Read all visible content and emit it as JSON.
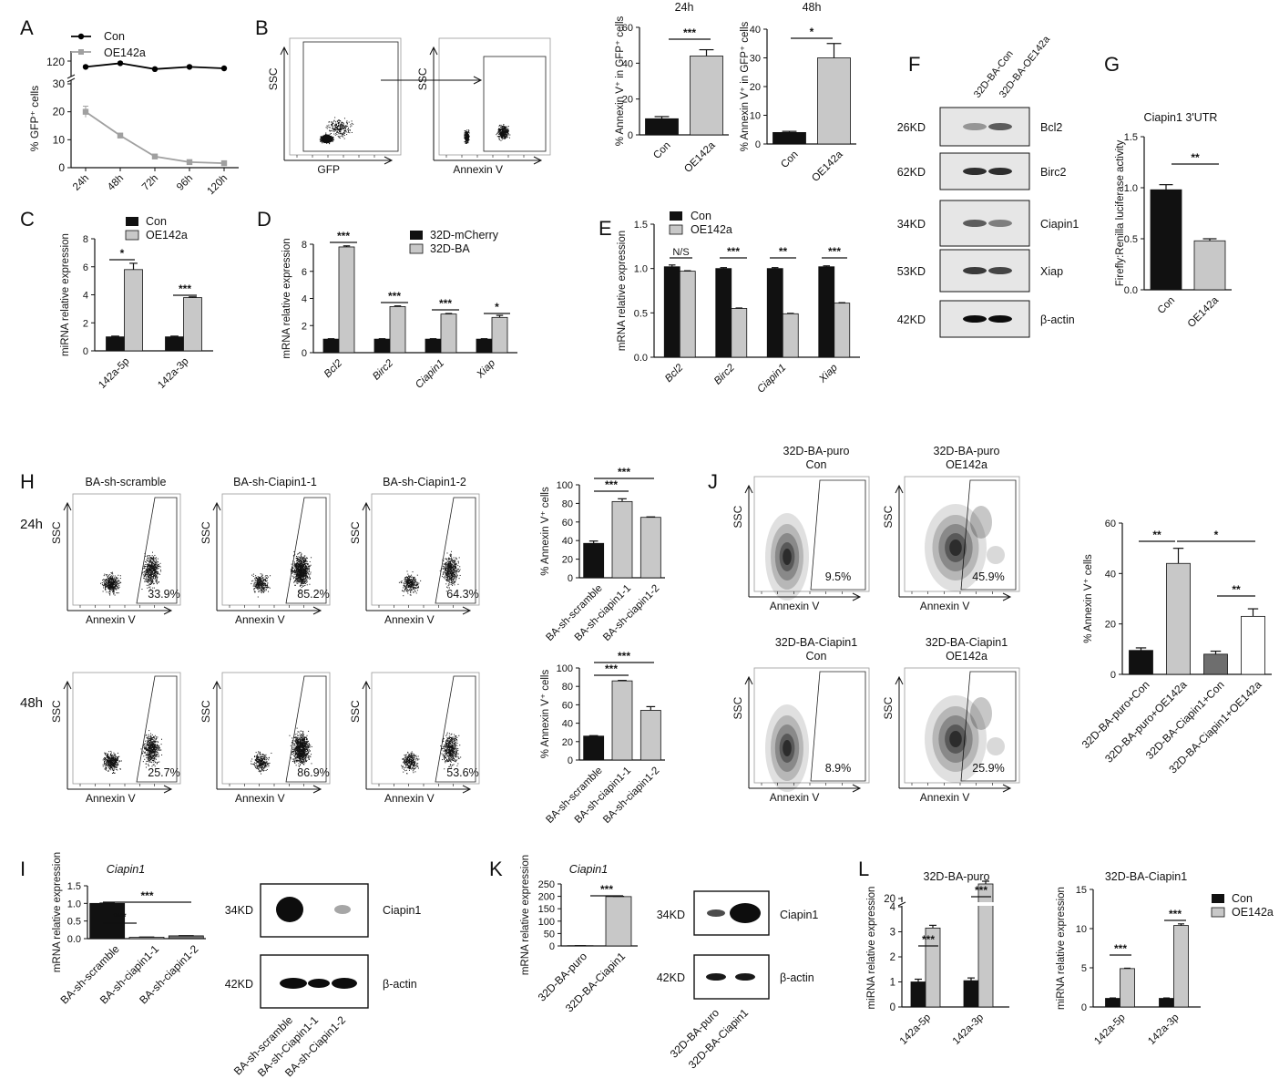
{
  "panel_letters": [
    "A",
    "B",
    "C",
    "D",
    "E",
    "F",
    "G",
    "H",
    "I",
    "J",
    "K",
    "L"
  ],
  "colors": {
    "con": "#111111",
    "oe": "#c8c8c8",
    "mid": "#6e6e6e",
    "white": "#ffffff",
    "line_con": "#000000",
    "line_oe": "#a0a0a0"
  },
  "chart_data": [
    {
      "id": "A",
      "type": "line",
      "categories": [
        "24h",
        "48h",
        "72h",
        "96h",
        "120h"
      ],
      "series": [
        {
          "name": "Con",
          "values": [
            112,
            117,
            109,
            112,
            110
          ]
        },
        {
          "name": "OE142a",
          "values": [
            20,
            11.5,
            4,
            2,
            1.6
          ],
          "errors": [
            2,
            0.6,
            0.5,
            0.3,
            0.2
          ]
        }
      ],
      "ylabel": "% GFP⁺ cells",
      "yticks_low": [
        0,
        10,
        20,
        30
      ],
      "ytick_high": "120",
      "axis_break": true,
      "legend_position": "top-left"
    },
    {
      "id": "B1",
      "type": "bar",
      "title": "24h",
      "categories": [
        "Con",
        "OE142a"
      ],
      "values": [
        9,
        44
      ],
      "errors": [
        1.2,
        3.5
      ],
      "ylabel": "% Annexin V⁺ in GFP⁺ cells",
      "ylim": [
        0,
        60
      ],
      "yticks": [
        0,
        20,
        40,
        60
      ],
      "sig": [
        "***"
      ]
    },
    {
      "id": "B2",
      "type": "bar",
      "title": "48h",
      "categories": [
        "Con",
        "OE142a"
      ],
      "values": [
        4,
        30
      ],
      "errors": [
        0.4,
        5
      ],
      "ylabel": "% Annexin V⁺ in GFP⁺ cells",
      "ylim": [
        0,
        40
      ],
      "yticks": [
        0,
        10,
        20,
        30,
        40
      ],
      "sig": [
        "*"
      ]
    },
    {
      "id": "C",
      "type": "bar",
      "categories": [
        "142a-5p",
        "142a-3p"
      ],
      "series": [
        {
          "name": "Con",
          "values": [
            1,
            1
          ],
          "errors": [
            0.05,
            0.05
          ]
        },
        {
          "name": "OE142a",
          "values": [
            5.8,
            3.8
          ],
          "errors": [
            0.45,
            0.05
          ]
        }
      ],
      "ylabel": "miRNA relative expression",
      "ylim": [
        0,
        8
      ],
      "yticks": [
        0,
        2,
        4,
        6,
        8
      ],
      "sig": [
        "*",
        "***"
      ],
      "legend_position": "top"
    },
    {
      "id": "D",
      "type": "bar",
      "categories": [
        "Bcl2",
        "Birc2",
        "Ciapin1",
        "Xiap"
      ],
      "series": [
        {
          "name": "32D-mCherry",
          "values": [
            1,
            1,
            1,
            1
          ],
          "errors": [
            0.03,
            0.03,
            0.03,
            0.03
          ]
        },
        {
          "name": "32D-BA",
          "values": [
            7.8,
            3.4,
            2.85,
            2.6
          ],
          "errors": [
            0.08,
            0.05,
            0.04,
            0.15
          ]
        }
      ],
      "ylabel": "mRNA relative expression",
      "ylim": [
        0,
        8
      ],
      "yticks": [
        0,
        2,
        4,
        6,
        8
      ],
      "sig": [
        "***",
        "***",
        "***",
        "*"
      ],
      "legend_position": "top-right"
    },
    {
      "id": "E",
      "type": "bar",
      "categories": [
        "Bcl2",
        "Birc2",
        "Ciapin1",
        "Xiap"
      ],
      "series": [
        {
          "name": "Con",
          "values": [
            1.02,
            1.0,
            1.0,
            1.02
          ],
          "errors": [
            0.02,
            0.01,
            0.01,
            0.01
          ]
        },
        {
          "name": "OE142a",
          "values": [
            0.97,
            0.55,
            0.49,
            0.61
          ],
          "errors": [
            0.005,
            0.005,
            0.005,
            0.005
          ]
        }
      ],
      "ylabel": "mRNA relative expression",
      "ylim": [
        0,
        1.5
      ],
      "yticks": [
        "0.0",
        "0.5",
        "1.0",
        "1.5"
      ],
      "sig": [
        "N/S",
        "***",
        "**",
        "***"
      ],
      "legend_position": "top-left"
    },
    {
      "id": "G",
      "type": "bar",
      "title": "Ciapin1 3'UTR",
      "categories": [
        "Con",
        "OE142a"
      ],
      "values": [
        0.98,
        0.48
      ],
      "errors": [
        0.05,
        0.02
      ],
      "ylabel": "Firefly:Renilla luciferase activity",
      "ylim": [
        0,
        1.5
      ],
      "yticks": [
        "0.0",
        "0.5",
        "1.0",
        "1.5"
      ],
      "sig": [
        "**"
      ]
    },
    {
      "id": "H1",
      "type": "bar",
      "categories": [
        "BA-sh-scramble",
        "BA-sh-ciapin1-1",
        "BA-sh-ciapin1-2"
      ],
      "values": [
        37,
        82,
        65
      ],
      "errors": [
        2.5,
        3,
        0.5
      ],
      "ylabel": "% Annexin V⁺ cells",
      "ylim": [
        0,
        100
      ],
      "yticks": [
        0,
        20,
        40,
        60,
        80,
        100
      ],
      "sig": [
        "***",
        "***"
      ]
    },
    {
      "id": "H2",
      "type": "bar",
      "categories": [
        "BA-sh-scramble",
        "BA-sh-ciapin1-1",
        "BA-sh-ciapin1-2"
      ],
      "values": [
        26,
        86,
        54
      ],
      "errors": [
        0.5,
        0.5,
        4
      ],
      "ylabel": "% Annexin V⁺ cells",
      "ylim": [
        0,
        100
      ],
      "yticks": [
        0,
        20,
        40,
        60,
        80,
        100
      ],
      "sig": [
        "***",
        "***"
      ]
    },
    {
      "id": "J",
      "type": "bar",
      "categories": [
        "32D-BA-puro+Con",
        "32D-BA-puro+OE142a",
        "32D-BA-Ciapin1+Con",
        "32D-BA-Ciapin1+OE142a"
      ],
      "values": [
        9.5,
        44,
        8,
        23
      ],
      "errors": [
        1,
        6,
        1.2,
        3
      ],
      "ylabel": "% Annexin V⁺ cells",
      "ylim": [
        0,
        60
      ],
      "yticks": [
        0,
        20,
        40,
        60
      ],
      "sig": [
        "**",
        "*",
        "**"
      ]
    },
    {
      "id": "I",
      "type": "bar",
      "title": "Ciapin1",
      "categories": [
        "BA-sh-scramble",
        "BA-sh-ciapin1-1",
        "BA-sh-ciapin1-2"
      ],
      "values": [
        1.0,
        0.04,
        0.08
      ],
      "errors": [
        0.01,
        0.005,
        0.005
      ],
      "ylabel": "mRNA relative expression",
      "ylim": [
        0,
        1.5
      ],
      "yticks": [
        "0.0",
        "0.5",
        "1.0",
        "1.5"
      ],
      "sig": [
        "***",
        "***"
      ]
    },
    {
      "id": "K",
      "type": "bar",
      "title": "Ciapin1",
      "categories": [
        "32D-BA-puro",
        "32D-BA-Ciapin1"
      ],
      "values": [
        1,
        199
      ],
      "errors": [
        0.1,
        1
      ],
      "ylabel": "mRNA relative expression",
      "ylim": [
        0,
        250
      ],
      "yticks": [
        0,
        50,
        100,
        150,
        200,
        250
      ],
      "sig": [
        "***"
      ]
    },
    {
      "id": "L1",
      "type": "bar",
      "title": "32D-BA-puro",
      "categories": [
        "142a-5p",
        "142a-3p"
      ],
      "series": [
        {
          "name": "Con",
          "values": [
            1,
            1.05
          ],
          "errors": [
            0.03,
            0.03
          ]
        },
        {
          "name": "OE142a",
          "values": [
            3.15,
            22
          ],
          "errors": [
            0.05,
            0.3
          ]
        }
      ],
      "ylabel": "miRNA relative expression",
      "yticks": [
        0,
        1,
        2,
        3,
        4,
        20
      ],
      "axis_break": true,
      "sig": [
        "***",
        "***"
      ]
    },
    {
      "id": "L2",
      "type": "bar",
      "title": "32D-BA-Ciapin1",
      "categories": [
        "142a-5p",
        "142a-3p"
      ],
      "series": [
        {
          "name": "Con",
          "values": [
            1.1,
            1.1
          ],
          "errors": [
            0.05,
            0.05
          ]
        },
        {
          "name": "OE142a",
          "values": [
            4.9,
            10.4
          ],
          "errors": [
            0.05,
            0.2
          ]
        }
      ],
      "ylabel": "miRNA relative expression",
      "ylim": [
        0,
        15
      ],
      "yticks": [
        0,
        5,
        10,
        15
      ],
      "sig": [
        "***",
        "***"
      ],
      "legend_position": "right"
    }
  ],
  "flow_B": {
    "plots": [
      {
        "ylabel": "SSC",
        "xlabel": "GFP"
      },
      {
        "ylabel": "SSC",
        "xlabel": "Annexin V"
      }
    ]
  },
  "flow_H": {
    "col_titles": [
      "BA-sh-scramble",
      "BA-sh-Ciapin1-1",
      "BA-sh-Ciapin1-2"
    ],
    "row_labels": [
      "24h",
      "48h"
    ],
    "percents": [
      [
        "33.9%",
        "85.2%",
        "64.3%"
      ],
      [
        "25.7%",
        "86.9%",
        "53.6%"
      ]
    ],
    "ylabel": "SSC",
    "xlabel": "Annexin V"
  },
  "flow_J": {
    "titles": [
      [
        "32D-BA-puro",
        "Con"
      ],
      [
        "32D-BA-puro",
        "OE142a"
      ],
      [
        "32D-BA-Ciapin1",
        "Con"
      ],
      [
        "32D-BA-Ciapin1",
        "OE142a"
      ]
    ],
    "percents": [
      "9.5%",
      "45.9%",
      "8.9%",
      "25.9%"
    ],
    "ylabel": "SSC",
    "xlabel": "Annexin V"
  },
  "blot_F": {
    "lanes": [
      "32D-BA-Con",
      "32D-BA-OE142a"
    ],
    "rows": [
      {
        "size": "26KD",
        "protein": "Bcl2"
      },
      {
        "size": "62KD",
        "protein": "Birc2"
      },
      {
        "size": "34KD",
        "protein": "Ciapin1"
      },
      {
        "size": "53KD",
        "protein": "Xiap"
      },
      {
        "size": "42KD",
        "protein": "β-actin"
      }
    ]
  },
  "blot_I": {
    "lanes": [
      "BA-sh-scramble",
      "BA-sh-Ciapin1-1",
      "BA-sh-Ciapin1-2"
    ],
    "rows": [
      {
        "size": "34KD",
        "protein": "Ciapin1"
      },
      {
        "size": "42KD",
        "protein": "β-actin"
      }
    ]
  },
  "blot_K": {
    "lanes": [
      "32D-BA-puro",
      "32D-BA-Ciapin1"
    ],
    "rows": [
      {
        "size": "34KD",
        "protein": "Ciapin1"
      },
      {
        "size": "42KD",
        "protein": "β-actin"
      }
    ]
  }
}
